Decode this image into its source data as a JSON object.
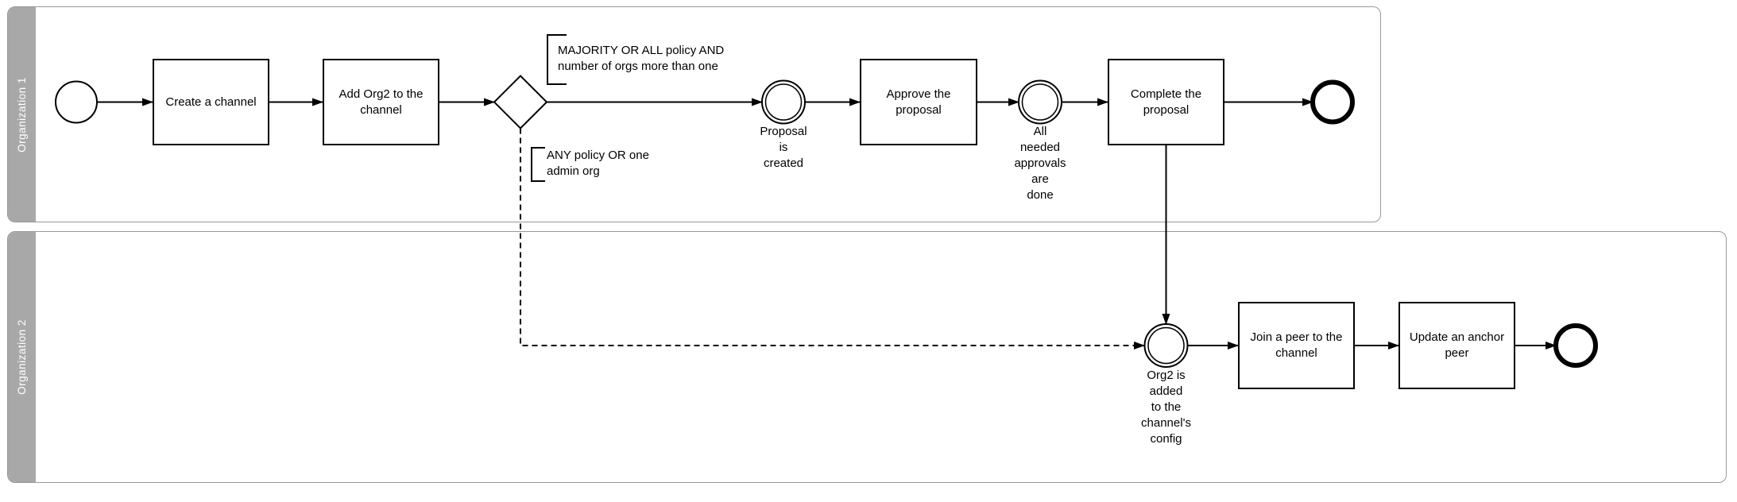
{
  "colors": {
    "lane_border": "#999999",
    "lane_band_fill": "#a8a8a8",
    "lane_label_text": "#ffffff",
    "shape_stroke": "#000000",
    "shape_fill": "#ffffff"
  },
  "lane1": {
    "label": "Organization 1",
    "task_create_channel": "Create a channel",
    "task_add_org2": "Add Org2 to the\nchannel",
    "annotation_majority": "MAJORITY OR ALL policy AND\nnumber of orgs more than one",
    "annotation_any": "ANY policy OR one\nadmin org",
    "event_proposal_created": "Proposal\nis\ncreated",
    "task_approve": "Approve the\nproposal",
    "event_approvals_done": "All\nneeded\napprovals\nare\ndone",
    "task_complete": "Complete the\nproposal"
  },
  "lane2": {
    "label": "Organization 2",
    "event_org2_added": "Org2 is\nadded\nto the\nchannel's\nconfig",
    "task_join_peer": "Join a peer to the\nchannel",
    "task_update_anchor": "Update an anchor\npeer"
  }
}
